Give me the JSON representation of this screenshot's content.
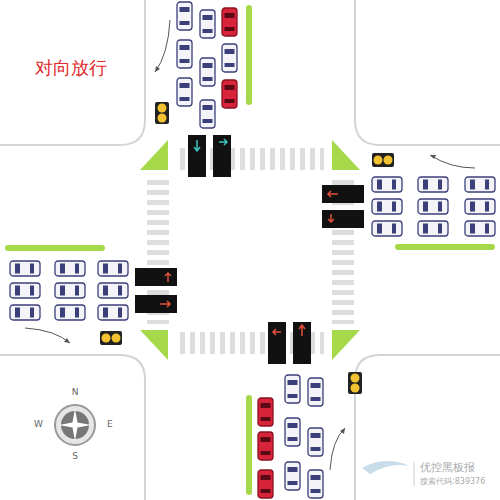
{
  "diagram": {
    "title": "对向放行",
    "labels": [
      "N",
      "E",
      "S",
      "W",
      "优控黑板报",
      "搜索代码:839376"
    ]
  }
}
